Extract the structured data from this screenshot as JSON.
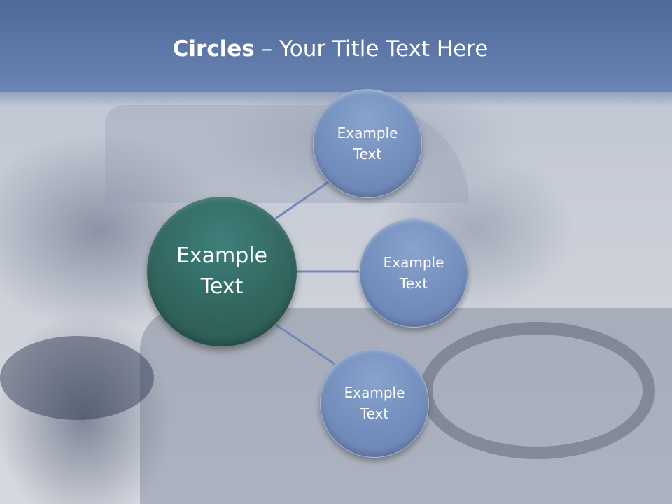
{
  "title": {
    "bold": "Circles",
    "rest": " – Your Title Text Here"
  },
  "diagram": {
    "center": {
      "label": "Example Text"
    },
    "satellites": [
      {
        "label": "Example Text"
      },
      {
        "label": "Example Text"
      },
      {
        "label": "Example Text"
      }
    ]
  },
  "colors": {
    "title_band": "#5d78a8",
    "center_circle": "#32665f",
    "satellite_circle": "#7590bf",
    "connector": "#7189b8"
  }
}
